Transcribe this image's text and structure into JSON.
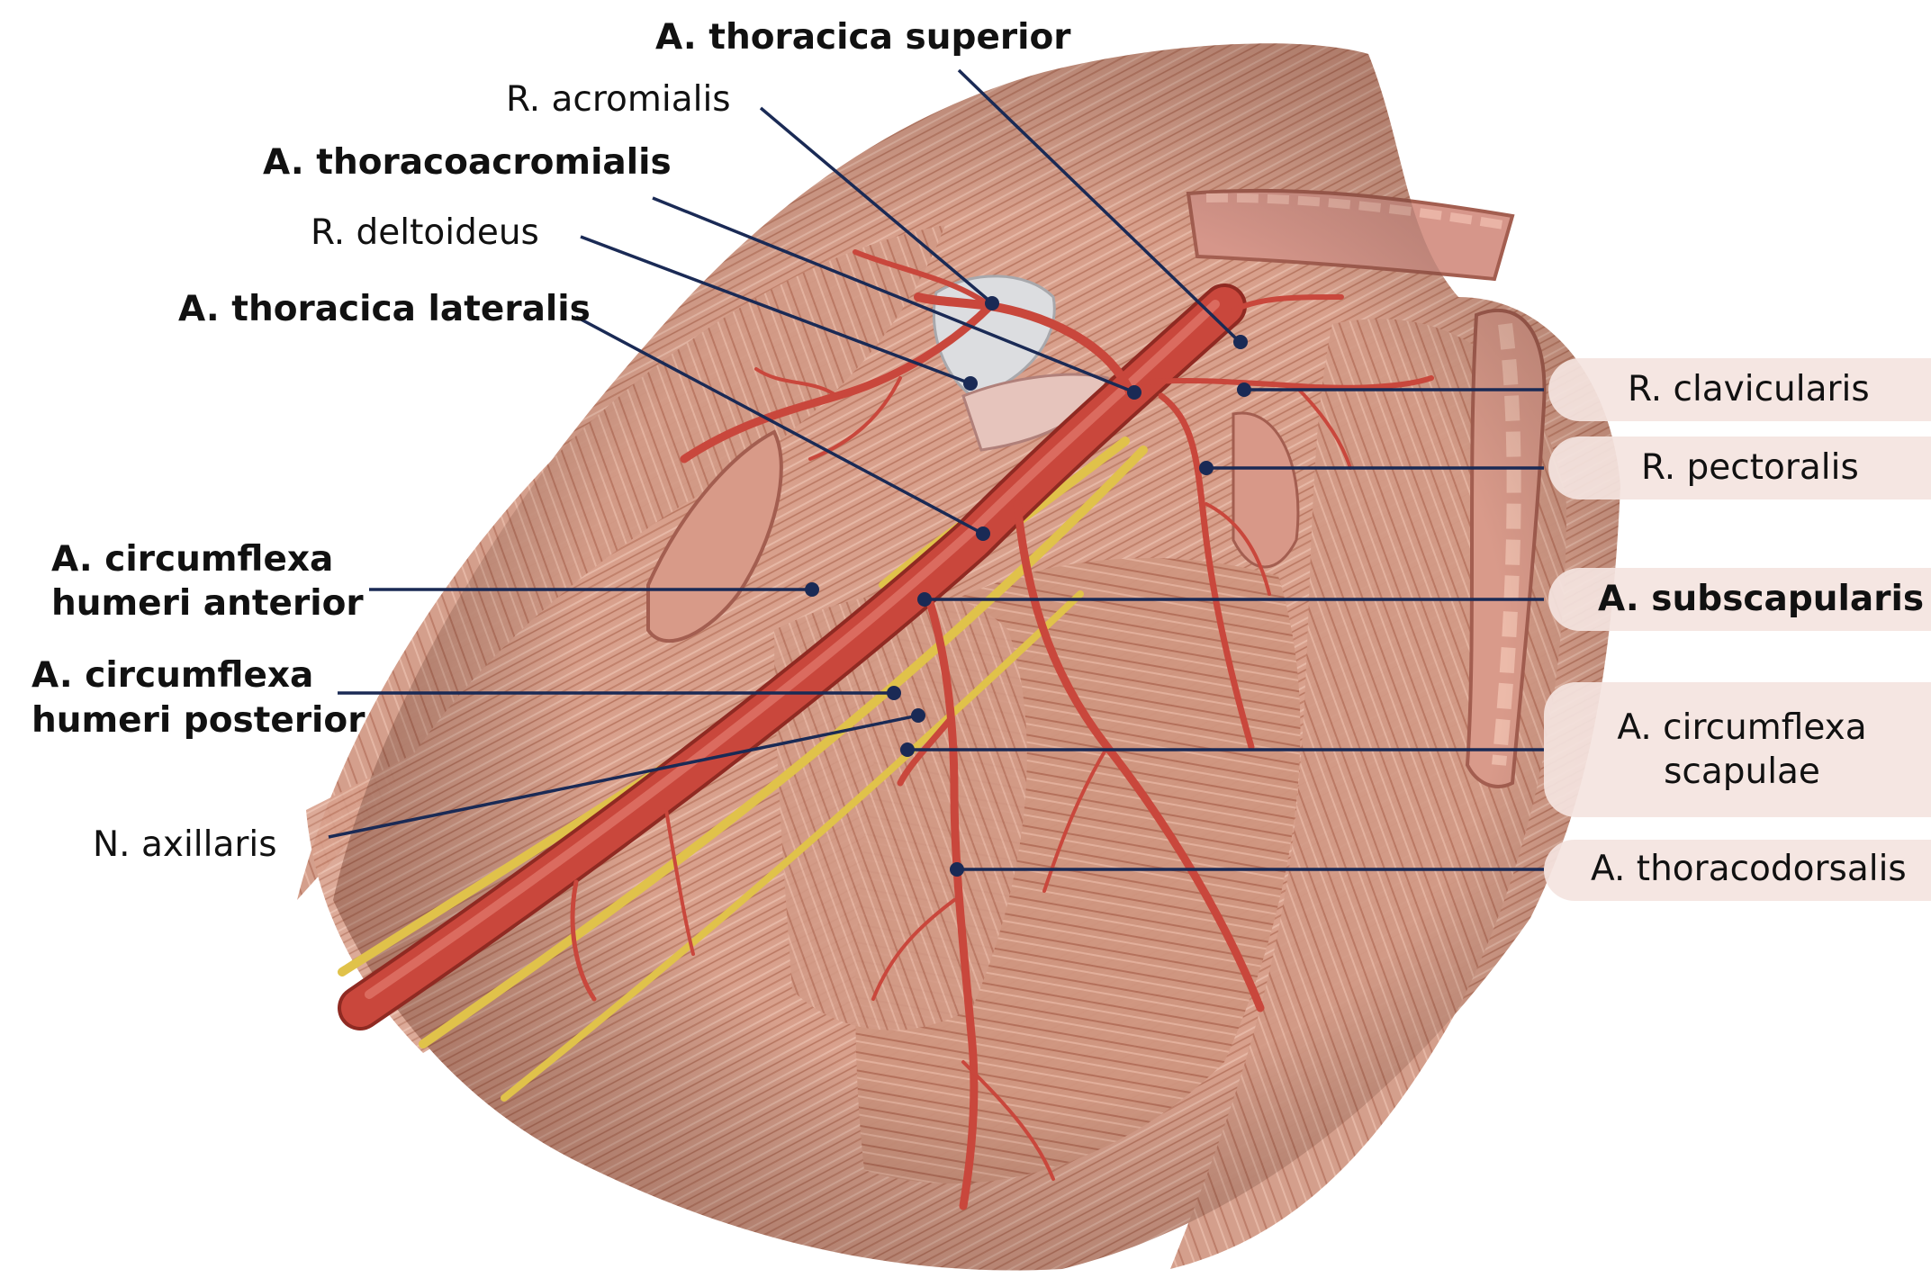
{
  "colors": {
    "muscle": "#d49a86",
    "muscle_dark": "#a8604e",
    "muscle_light": "#e8bfae",
    "artery": "#c9473c",
    "artery_dark": "#8f2a22",
    "nerve": "#e0c24a",
    "tendon": "#dcdde0",
    "leader": "#1a2a55"
  },
  "labels": {
    "thoracica_superior": "A. thoracica superior",
    "acromialis": "R. acromialis",
    "thoracoacromialis": "A. thoracoacromialis",
    "deltoideus": "R. deltoideus",
    "thoracica_lateralis": "A. thoracica lateralis",
    "chum_anterior_1": "A. circumflexa",
    "chum_anterior_2": "humeri anterior",
    "chum_posterior_1": "A. circumflexa",
    "chum_posterior_2": "humeri posterior",
    "axillaris": "N. axillaris",
    "clavicularis": "R. clavicularis",
    "pectoralis": "R. pectoralis",
    "subscapularis": "A. subscapularis",
    "circumflexa_scapulae_1": "A. circumflexa",
    "circumflexa_scapulae_2": "scapulae",
    "thoracodorsalis": "A. thoracodorsalis"
  }
}
